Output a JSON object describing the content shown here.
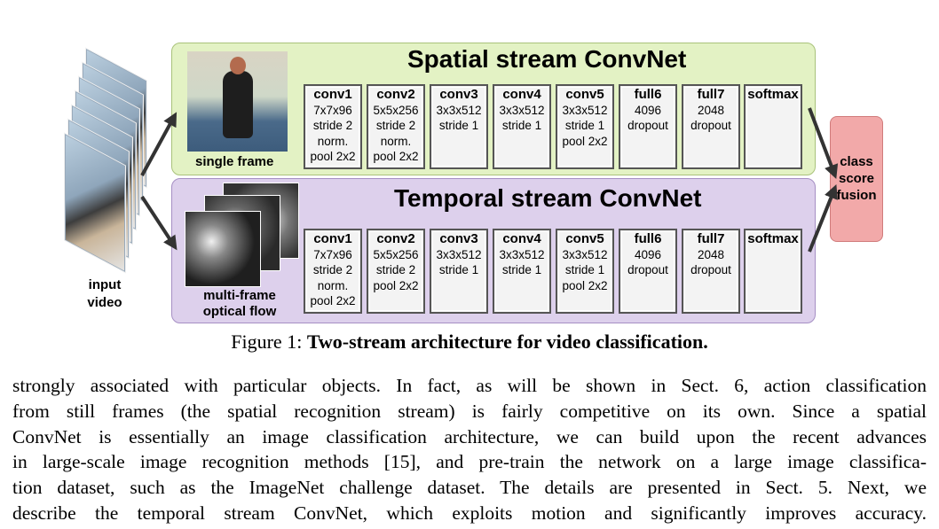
{
  "figure": {
    "input_label_1": "input",
    "input_label_2": "video",
    "spatial": {
      "title": "Spatial stream ConvNet",
      "frame_label": "single frame",
      "layers": [
        {
          "name": "conv1",
          "spec": "7x7x96\nstride 2\nnorm.\npool 2x2"
        },
        {
          "name": "conv2",
          "spec": "5x5x256\nstride 2\nnorm.\npool 2x2"
        },
        {
          "name": "conv3",
          "spec": "3x3x512\nstride 1"
        },
        {
          "name": "conv4",
          "spec": "3x3x512\nstride 1"
        },
        {
          "name": "conv5",
          "spec": "3x3x512\nstride 1\npool 2x2"
        },
        {
          "name": "full6",
          "spec": "4096\ndropout"
        },
        {
          "name": "full7",
          "spec": "2048\ndropout"
        },
        {
          "name": "softmax",
          "spec": ""
        }
      ]
    },
    "temporal": {
      "title": "Temporal stream ConvNet",
      "frame_label_1": "multi-frame",
      "frame_label_2": "optical flow",
      "layers": [
        {
          "name": "conv1",
          "spec": "7x7x96\nstride 2\nnorm.\npool 2x2"
        },
        {
          "name": "conv2",
          "spec": "5x5x256\nstride 2\npool 2x2"
        },
        {
          "name": "conv3",
          "spec": "3x3x512\nstride 1"
        },
        {
          "name": "conv4",
          "spec": "3x3x512\nstride 1"
        },
        {
          "name": "conv5",
          "spec": "3x3x512\nstride 1\npool 2x2"
        },
        {
          "name": "full6",
          "spec": "4096\ndropout"
        },
        {
          "name": "full7",
          "spec": "2048\ndropout"
        },
        {
          "name": "softmax",
          "spec": ""
        }
      ]
    },
    "fusion": {
      "line1": "class",
      "line2": "score",
      "line3": "fusion"
    },
    "colors": {
      "spatial_bg": "#e3f2c4",
      "temporal_bg": "#ddd0ec",
      "fusion_bg": "#f2a9a9"
    }
  },
  "caption": {
    "prefix": "Figure 1: ",
    "title": "Two-stream architecture for video classification."
  },
  "body": {
    "lines": [
      "strongly associated with particular objects. In fact, as will be shown in Sect. 6, action classification",
      "from still frames (the spatial recognition stream) is fairly competitive on its own.  Since a spatial",
      "ConvNet is essentially an image classification architecture, we can build upon the recent advances",
      "in large-scale image recognition methods [15], and pre-train the network on a large image classifica-",
      "tion dataset, such as the ImageNet challenge dataset. The details are presented in Sect. 5. Next, we",
      "describe the temporal stream ConvNet, which exploits motion and significantly improves accuracy."
    ]
  }
}
